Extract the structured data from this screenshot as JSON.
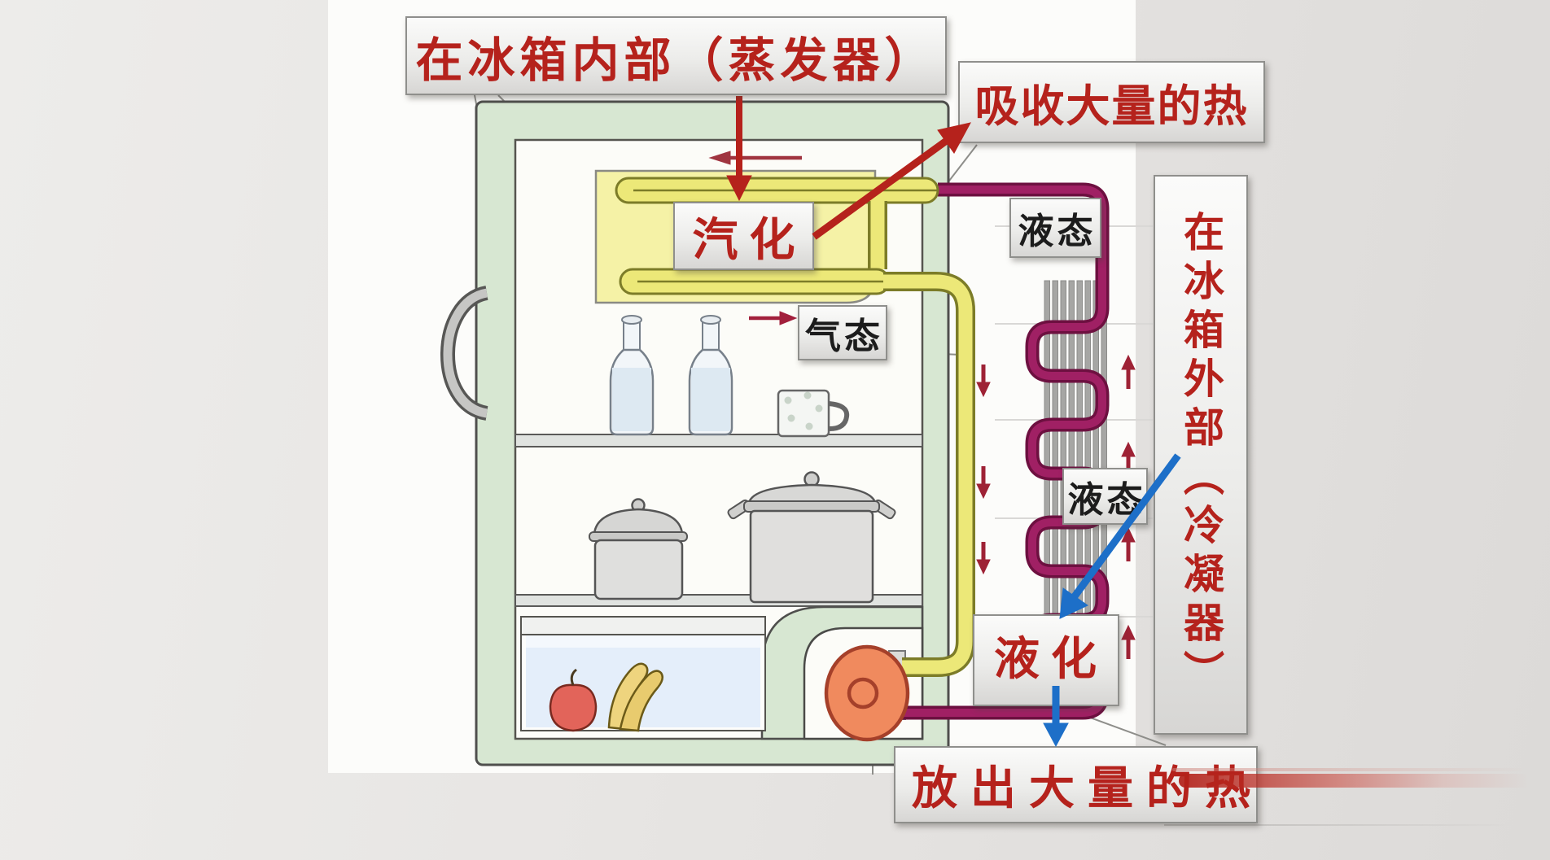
{
  "diagram": {
    "title_context": "refrigerator-refrigeration-cycle",
    "callouts": {
      "evaporator_location": "在冰箱内部（蒸发器）",
      "absorb_heat": "吸收大量的热",
      "vaporization": "汽化",
      "liquid_state_top": "液态",
      "gaseous_state": "气态",
      "liquid_state_mid": "液态",
      "condenser_location": "在冰箱外部（冷凝器）",
      "liquefaction": "液化",
      "release_heat": "放出大量的热"
    },
    "colors": {
      "callout_text_red": "#b5221c",
      "state_text_black": "#1c1c1c",
      "hot_pipe_purple": "#a02064",
      "cold_pipe_yellow": "#ece878",
      "fridge_shell_green": "#d7e7d2",
      "evaporator_panel_yellow": "#f5f2a6",
      "compressor_orange": "#f08a5e",
      "flow_arrow_blue": "#1d6fc8",
      "small_arrow_dark_red": "#9e2235",
      "label_box_gray": "#e9e9e7"
    }
  }
}
